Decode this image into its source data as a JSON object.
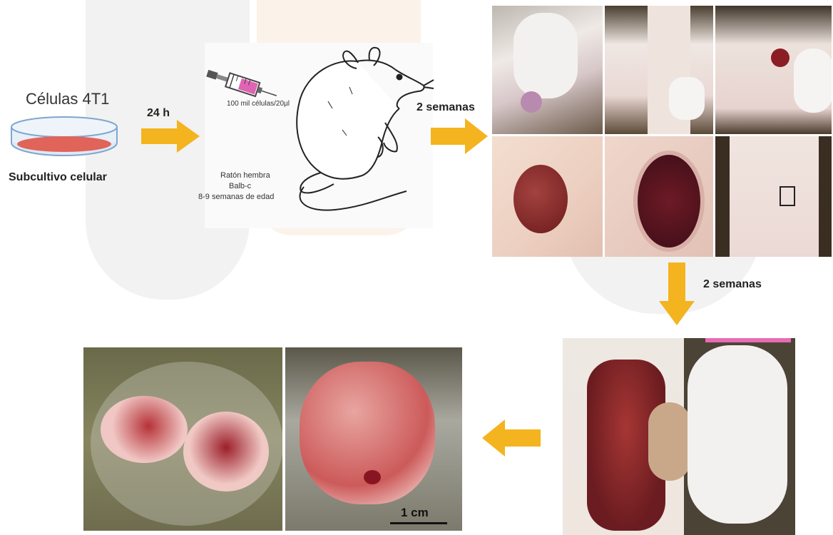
{
  "step1": {
    "cells_title": "Células 4T1",
    "subculture_label": "Subcultivo celular"
  },
  "arrow1": {
    "label": "24 h"
  },
  "mouse": {
    "injection_label": "100 mil células/20µl",
    "desc_line1": "Ratón hembra",
    "desc_line2": "Balb-c",
    "desc_line3": "8-9 semanas de edad"
  },
  "arrow2": {
    "label": "2 semanas"
  },
  "arrow3": {
    "label": "2 semanas"
  },
  "tumor": {
    "scale_label": "1 cm"
  },
  "colors": {
    "arrow": "#f4b41f",
    "dish_rim": "#7fa6cc",
    "culture": "#e0645a",
    "tissue": "#a82a2a",
    "skin": "#e9d6c8"
  },
  "icons": {
    "dish": "petri-dish-icon",
    "syringe": "syringe-icon",
    "mouse": "mouse-drawing"
  }
}
